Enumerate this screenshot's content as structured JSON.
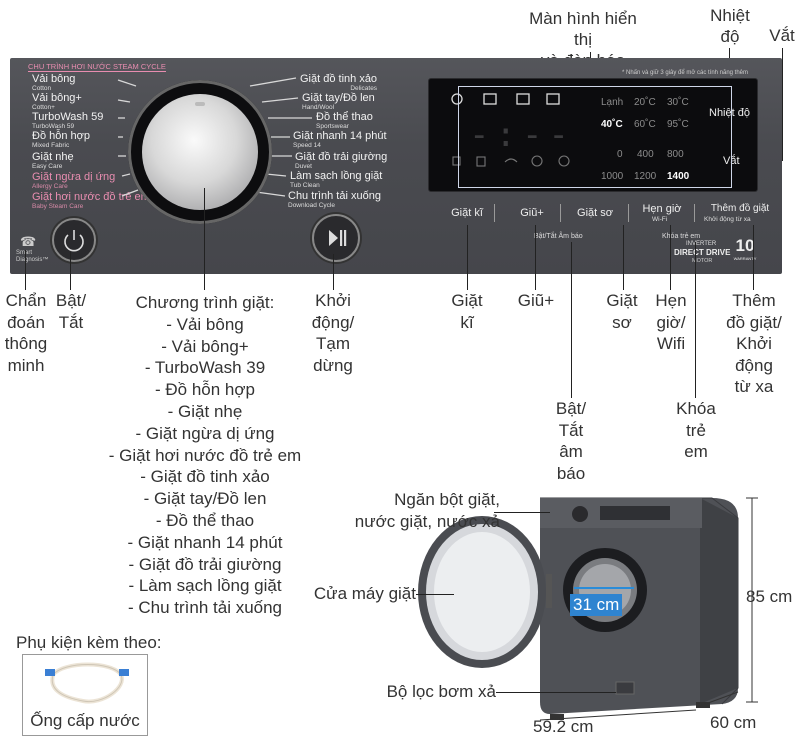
{
  "top_labels": {
    "display": "Màn hình hiển thị\nvà đèn báo",
    "temp": "Nhiệt\nđộ",
    "spin": "Vắt"
  },
  "panel": {
    "steam_header": "CHU TRÌNH HƠI NƯỚC STEAM CYCLE",
    "top_note": "* Nhấn và giữ 3 giây để mở các tính năng thêm",
    "left_programs": [
      {
        "vi": "Vải bông",
        "en": "Cotton"
      },
      {
        "vi": "Vải bông+",
        "en": "Cotton+"
      },
      {
        "vi": "TurboWash 59",
        "en": "TurboWash 59"
      },
      {
        "vi": "Đồ hỗn hợp",
        "en": "Mixed Fabric"
      },
      {
        "vi": "Giặt nhẹ",
        "en": "Easy Care"
      },
      {
        "vi": "Giặt ngừa dị ứng",
        "en": "Allergy Care"
      },
      {
        "vi": "Giặt hơi nước đồ trẻ em",
        "en": "Baby Steam Care"
      }
    ],
    "right_programs": [
      {
        "vi": "Giặt đồ tinh xảo",
        "en": "Delicates"
      },
      {
        "vi": "Giặt tay/Đồ len",
        "en": "Hand/Wool"
      },
      {
        "vi": "Đồ thể thao",
        "en": "Sportswear"
      },
      {
        "vi": "Giặt nhanh 14 phút",
        "en": "Speed 14"
      },
      {
        "vi": "Giặt đồ trải giường",
        "en": "Duvet"
      },
      {
        "vi": "Làm sạch lồng giặt",
        "en": "Tub Clean"
      },
      {
        "vi": "Chu trình tải xuống",
        "en": "Download Cycle"
      }
    ],
    "smart_diag": "Smart\nDiagnosis™",
    "screen": {
      "digits": "-:--",
      "temps": [
        "Lạnh",
        "20˚C",
        "30˚C",
        "40˚C",
        "60˚C",
        "95˚C"
      ],
      "spins": [
        "0",
        "400",
        "800",
        "1000",
        "1200",
        "1400"
      ],
      "temp_label": "Nhiệt độ",
      "spin_label": "Vắt"
    },
    "buttons": {
      "giat_ki": "Giặt kĩ",
      "giu": "Giũ+",
      "giat_so": "Giặt sơ",
      "hen_gio": "Hẹn giờ",
      "wifi_sub": "Wi-Fi",
      "them_do": "Thêm đồ giặt",
      "khoi_dong_tu_xa": "Khởi động từ xa",
      "beep_label": "Bật/Tắt Âm báo",
      "child_lock": "Khóa trẻ em"
    },
    "inverter": "INVERTER",
    "direct_drive": "DIRECT DRIVE",
    "motor": "MOTOR",
    "warranty_num": "10",
    "warranty_txt": "WARRANTY"
  },
  "callouts": {
    "chan_doan": "Chẩn\nđoán\nthông\nminh",
    "bat_tat": "Bật/\nTắt",
    "chuong_trinh_title": "Chương trình giặt:",
    "programs": [
      "- Vải bông",
      "- Vải bông+",
      "- TurboWash 39",
      "- Đồ hỗn hợp",
      "- Giặt nhẹ",
      "- Giặt ngừa dị ứng",
      "- Giặt hơi nước đồ trẻ em",
      "- Giặt đồ tinh xảo",
      "- Giặt tay/Đồ len",
      "- Đồ thể thao",
      "- Giặt nhanh 14 phút",
      "- Giặt đồ trải giường",
      "- Làm sạch lồng giặt",
      "- Chu trình tải xuống"
    ],
    "khoi_dong": "Khởi\nđộng/\nTạm\ndừng",
    "giat_ki": "Giặt\nkĩ",
    "giu": "Giũ+",
    "bat_tat_am_bao": "Bật/\nTắt\nâm\nbáo",
    "giat_so": "Giặt\nsơ",
    "hen_gio_wifi": "Hẹn\ngiờ/\nWifi",
    "khoa_tre_em": "Khóa\ntrẻ\nem",
    "them_do": "Thêm\nđồ giặt/\nKhởi\nđộng\ntừ xa"
  },
  "machine": {
    "ngan_bot": "Ngăn bột giặt,\nnước giặt, nước xả",
    "cua_may": "Cửa máy giặt",
    "bo_loc": "Bộ lọc bơm xả",
    "door_size": "31 cm",
    "height": "85 cm",
    "width": "59.2 cm",
    "depth": "60 cm"
  },
  "accessory": {
    "title": "Phụ kiện kèm theo:",
    "item": "Ống cấp nước"
  }
}
